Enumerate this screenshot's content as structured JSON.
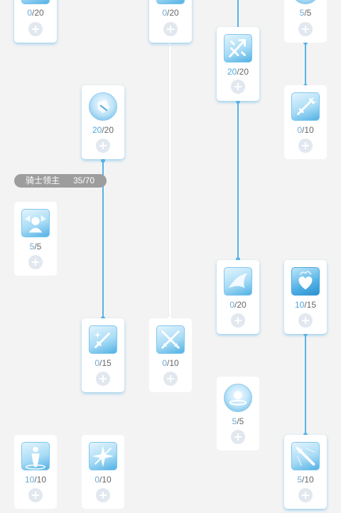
{
  "tier": {
    "name": "骑士领主",
    "points": "35/70"
  },
  "skills": [
    {
      "id": "s1",
      "icon": "ring-icon",
      "current": "0",
      "max": "/20"
    },
    {
      "id": "s2",
      "icon": "cross-icon",
      "current": "0",
      "max": "/20"
    },
    {
      "id": "s3",
      "icon": "orb-icon",
      "current": "5",
      "max": "/5"
    },
    {
      "id": "s4",
      "icon": "spear-burst-icon",
      "current": "20",
      "max": "/20"
    },
    {
      "id": "s5",
      "icon": "shield-icon",
      "current": "20",
      "max": "/20"
    },
    {
      "id": "s6",
      "icon": "sword-icon",
      "current": "0",
      "max": "/10"
    },
    {
      "id": "s7",
      "icon": "knight-icon",
      "current": "5",
      "max": "/5"
    },
    {
      "id": "s8",
      "icon": "wing-slash-icon",
      "current": "0",
      "max": "/20"
    },
    {
      "id": "s9",
      "icon": "heart-flame-icon",
      "current": "10",
      "max": "/15"
    },
    {
      "id": "s10",
      "icon": "sparkle-sword-icon",
      "current": "0",
      "max": "/15"
    },
    {
      "id": "s11",
      "icon": "crossed-swords-icon",
      "current": "0",
      "max": "/10"
    },
    {
      "id": "s12",
      "icon": "splash-orb-icon",
      "current": "5",
      "max": "/5"
    },
    {
      "id": "s13",
      "icon": "aura-figure-icon",
      "current": "10",
      "max": "/10"
    },
    {
      "id": "s14",
      "icon": "star-burst-icon",
      "current": "0",
      "max": "/10"
    },
    {
      "id": "s15",
      "icon": "lance-icon",
      "current": "5",
      "max": "/10"
    }
  ],
  "colors": {
    "active": "#57b3e6",
    "background": "#f3f3f3",
    "pill": "#9d9d9d"
  }
}
